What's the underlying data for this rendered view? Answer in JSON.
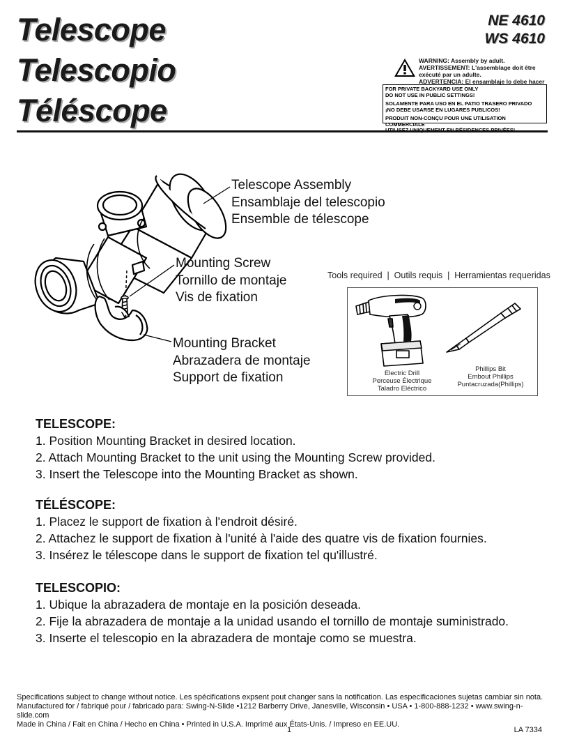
{
  "titles": [
    "Telescope",
    "Telescopio",
    "Téléscope"
  ],
  "models": [
    "NE 4610",
    "WS 4610"
  ],
  "warning": {
    "lines": [
      "WARNING: Assembly by adult.",
      "AVERTISSEMENT: L'assemblage doit être exécuté par un adulte.",
      "ADVERTENCIA: El ensamblaje lo debe hacer un adulto."
    ]
  },
  "notice": {
    "groups": [
      [
        "FOR PRIVATE BACKYARD USE ONLY",
        "DO NOT USE IN PUBLIC SETTINGS!"
      ],
      [
        "SOLAMENTE PARA USO EN EL PATIO TRASERO PRIVADO",
        "¡NO DEBE USARSE EN LUGARES PUBLICOS!"
      ],
      [
        "PRODUIT NON-CONÇU POUR UNE UTILISATION COMMERCIALE",
        "UTILISEZ UNIQUEMENT EN RÉSIDENCES PRIVÉES!"
      ]
    ]
  },
  "diagram": {
    "telescope_assembly": [
      "Telescope Assembly",
      "Ensamblaje del telescopio",
      "Ensemble de télescope"
    ],
    "mounting_screw": [
      "Mounting Screw",
      "Tornillo de montaje",
      "Vis de fixation"
    ],
    "mounting_bracket": [
      "Mounting Bracket",
      "Abrazadera de montaje",
      "Support de fixation"
    ]
  },
  "tools": {
    "caption": "Tools required  |  Outils requis  |  Herramientas requeridas",
    "drill": [
      "Electric Drill",
      "Perceuse Électrique",
      "Taladro Eléctrico"
    ],
    "bit": [
      "Phillips Bit",
      "Embout Phillips",
      "Puntacruzada(Phillips)"
    ]
  },
  "sections": [
    {
      "title": "TELESCOPE:",
      "steps": [
        "1. Position Mounting Bracket in desired location.",
        "2. Attach Mounting Bracket to the unit using the Mounting Screw provided.",
        "3. Insert the Telescope into the Mounting Bracket as shown."
      ]
    },
    {
      "title": "TÉLÉSCOPE:",
      "steps": [
        "1. Placez le support de fixation à l'endroit désiré.",
        "2. Attachez le support de fixation à l'unité à l'aide des quatre vis de fixation fournies.",
        "3. Insérez le télescope dans le support de fixation tel qu'illustré."
      ]
    },
    {
      "title": "TELESCOPIO:",
      "steps": [
        "1. Ubique la abrazadera de montaje en la posición deseada.",
        "2. Fije la abrazadera de montaje a la unidad usando el tornillo de montaje suministrado.",
        "3. Inserte el telescopio en la abrazadera de montaje como se muestra."
      ]
    }
  ],
  "footer": {
    "lines": [
      "Specifications subject to change without notice. Les spécifications expsent pout changer sans la notification. Las especificaciones sujetas cambiar sin nota.",
      "Manufactured for / fabriqué pour / fabricado para: Swing-N-Slide •1212 Barberry Drive, Janesville, Wisconsin • USA • 1-800-888-1232 • www.swing-n-slide.com",
      "Made in China / Fait en China / Hecho en China • Printed in U.S.A. Imprimé aux États-Unis. / Impreso en EE.UU."
    ],
    "page": "1",
    "code": "LA 7334"
  }
}
